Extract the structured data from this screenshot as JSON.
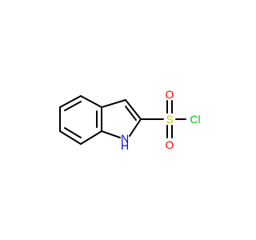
{
  "atoms": {
    "sulfur": {
      "symbol": "S",
      "color": "#cccc00"
    },
    "oxygen_top": {
      "symbol": "O",
      "color": "#ff0000"
    },
    "oxygen_bottom": {
      "symbol": "O",
      "color": "#ff0000"
    },
    "chlorine": {
      "symbol": "Cl",
      "color": "#00cc00"
    },
    "nitrogen": {
      "symbol": "N",
      "color": "#0000ff"
    },
    "nitrogen_hydrogen": {
      "symbol": "H",
      "color": "#0000ff"
    }
  },
  "colors": {
    "bond": "#000000",
    "background": "#ffffff"
  }
}
